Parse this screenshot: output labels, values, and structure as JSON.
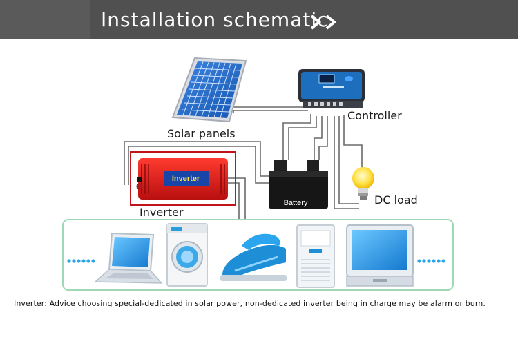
{
  "header": {
    "title": "Installation schematic",
    "arrow_icon": "double-chevron-right-icon",
    "background_color": "#505050"
  },
  "components": {
    "solar_panels": "Solar panels",
    "controller": "Controller",
    "inverter": "Inverter",
    "dc_load": "DC load",
    "battery": "Battery",
    "inverter_device_label": "Inverter"
  },
  "appliances": [
    {
      "name": "laptop",
      "icon": "laptop-icon"
    },
    {
      "name": "washing-machine",
      "icon": "washing-machine-icon"
    },
    {
      "name": "iron",
      "icon": "iron-icon"
    },
    {
      "name": "air-conditioner",
      "icon": "air-conditioner-icon"
    },
    {
      "name": "tv",
      "icon": "tv-icon"
    }
  ],
  "footnote": "Inverter: Advice choosing special-dedicated in solar power, non-dedicated inverter being in charge may be alarm or burn.",
  "colors": {
    "highlight_border": "#c0141a",
    "appliance_border": "#9fd8b4",
    "appliance_blue": "#1e8fd6",
    "wire": "#666666"
  }
}
